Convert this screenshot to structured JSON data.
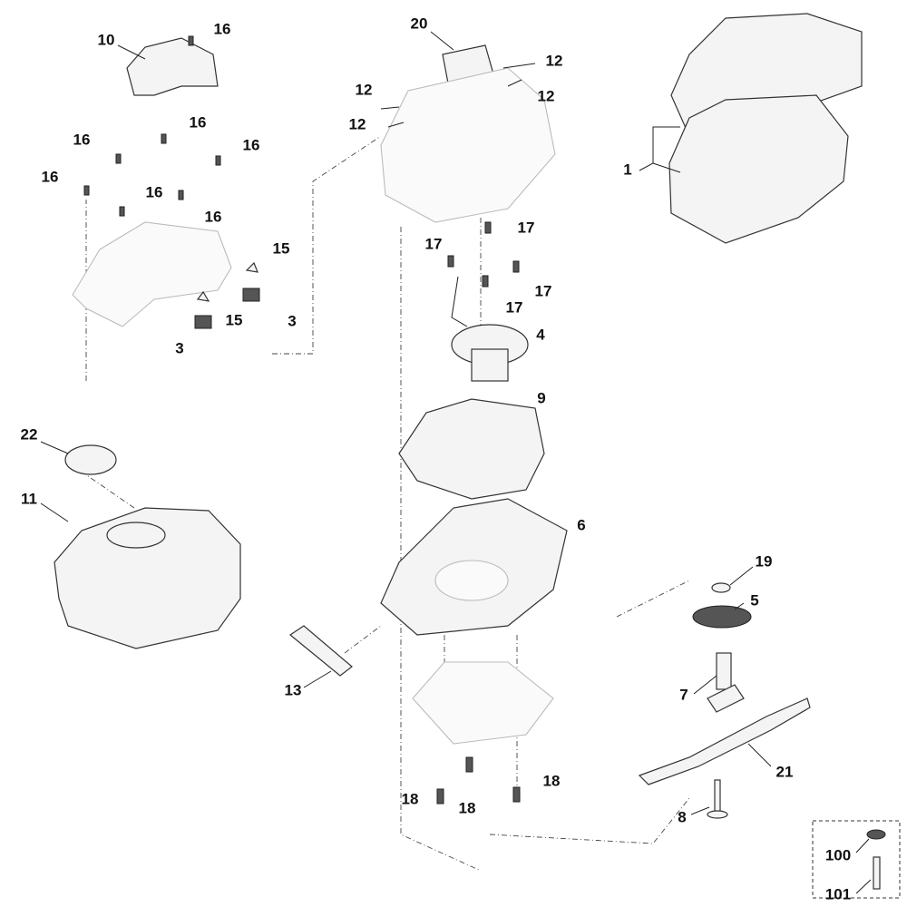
{
  "callouts": [
    "10",
    "16",
    "20",
    "12",
    "12",
    "12",
    "12",
    "1",
    "16",
    "16",
    "16",
    "16",
    "16",
    "16",
    "15",
    "15",
    "3",
    "3",
    "17",
    "17",
    "17",
    "17",
    "4",
    "9",
    "22",
    "11",
    "6",
    "19",
    "5",
    "13",
    "7",
    "21",
    "18",
    "18",
    "18",
    "8",
    "100",
    "101"
  ]
}
